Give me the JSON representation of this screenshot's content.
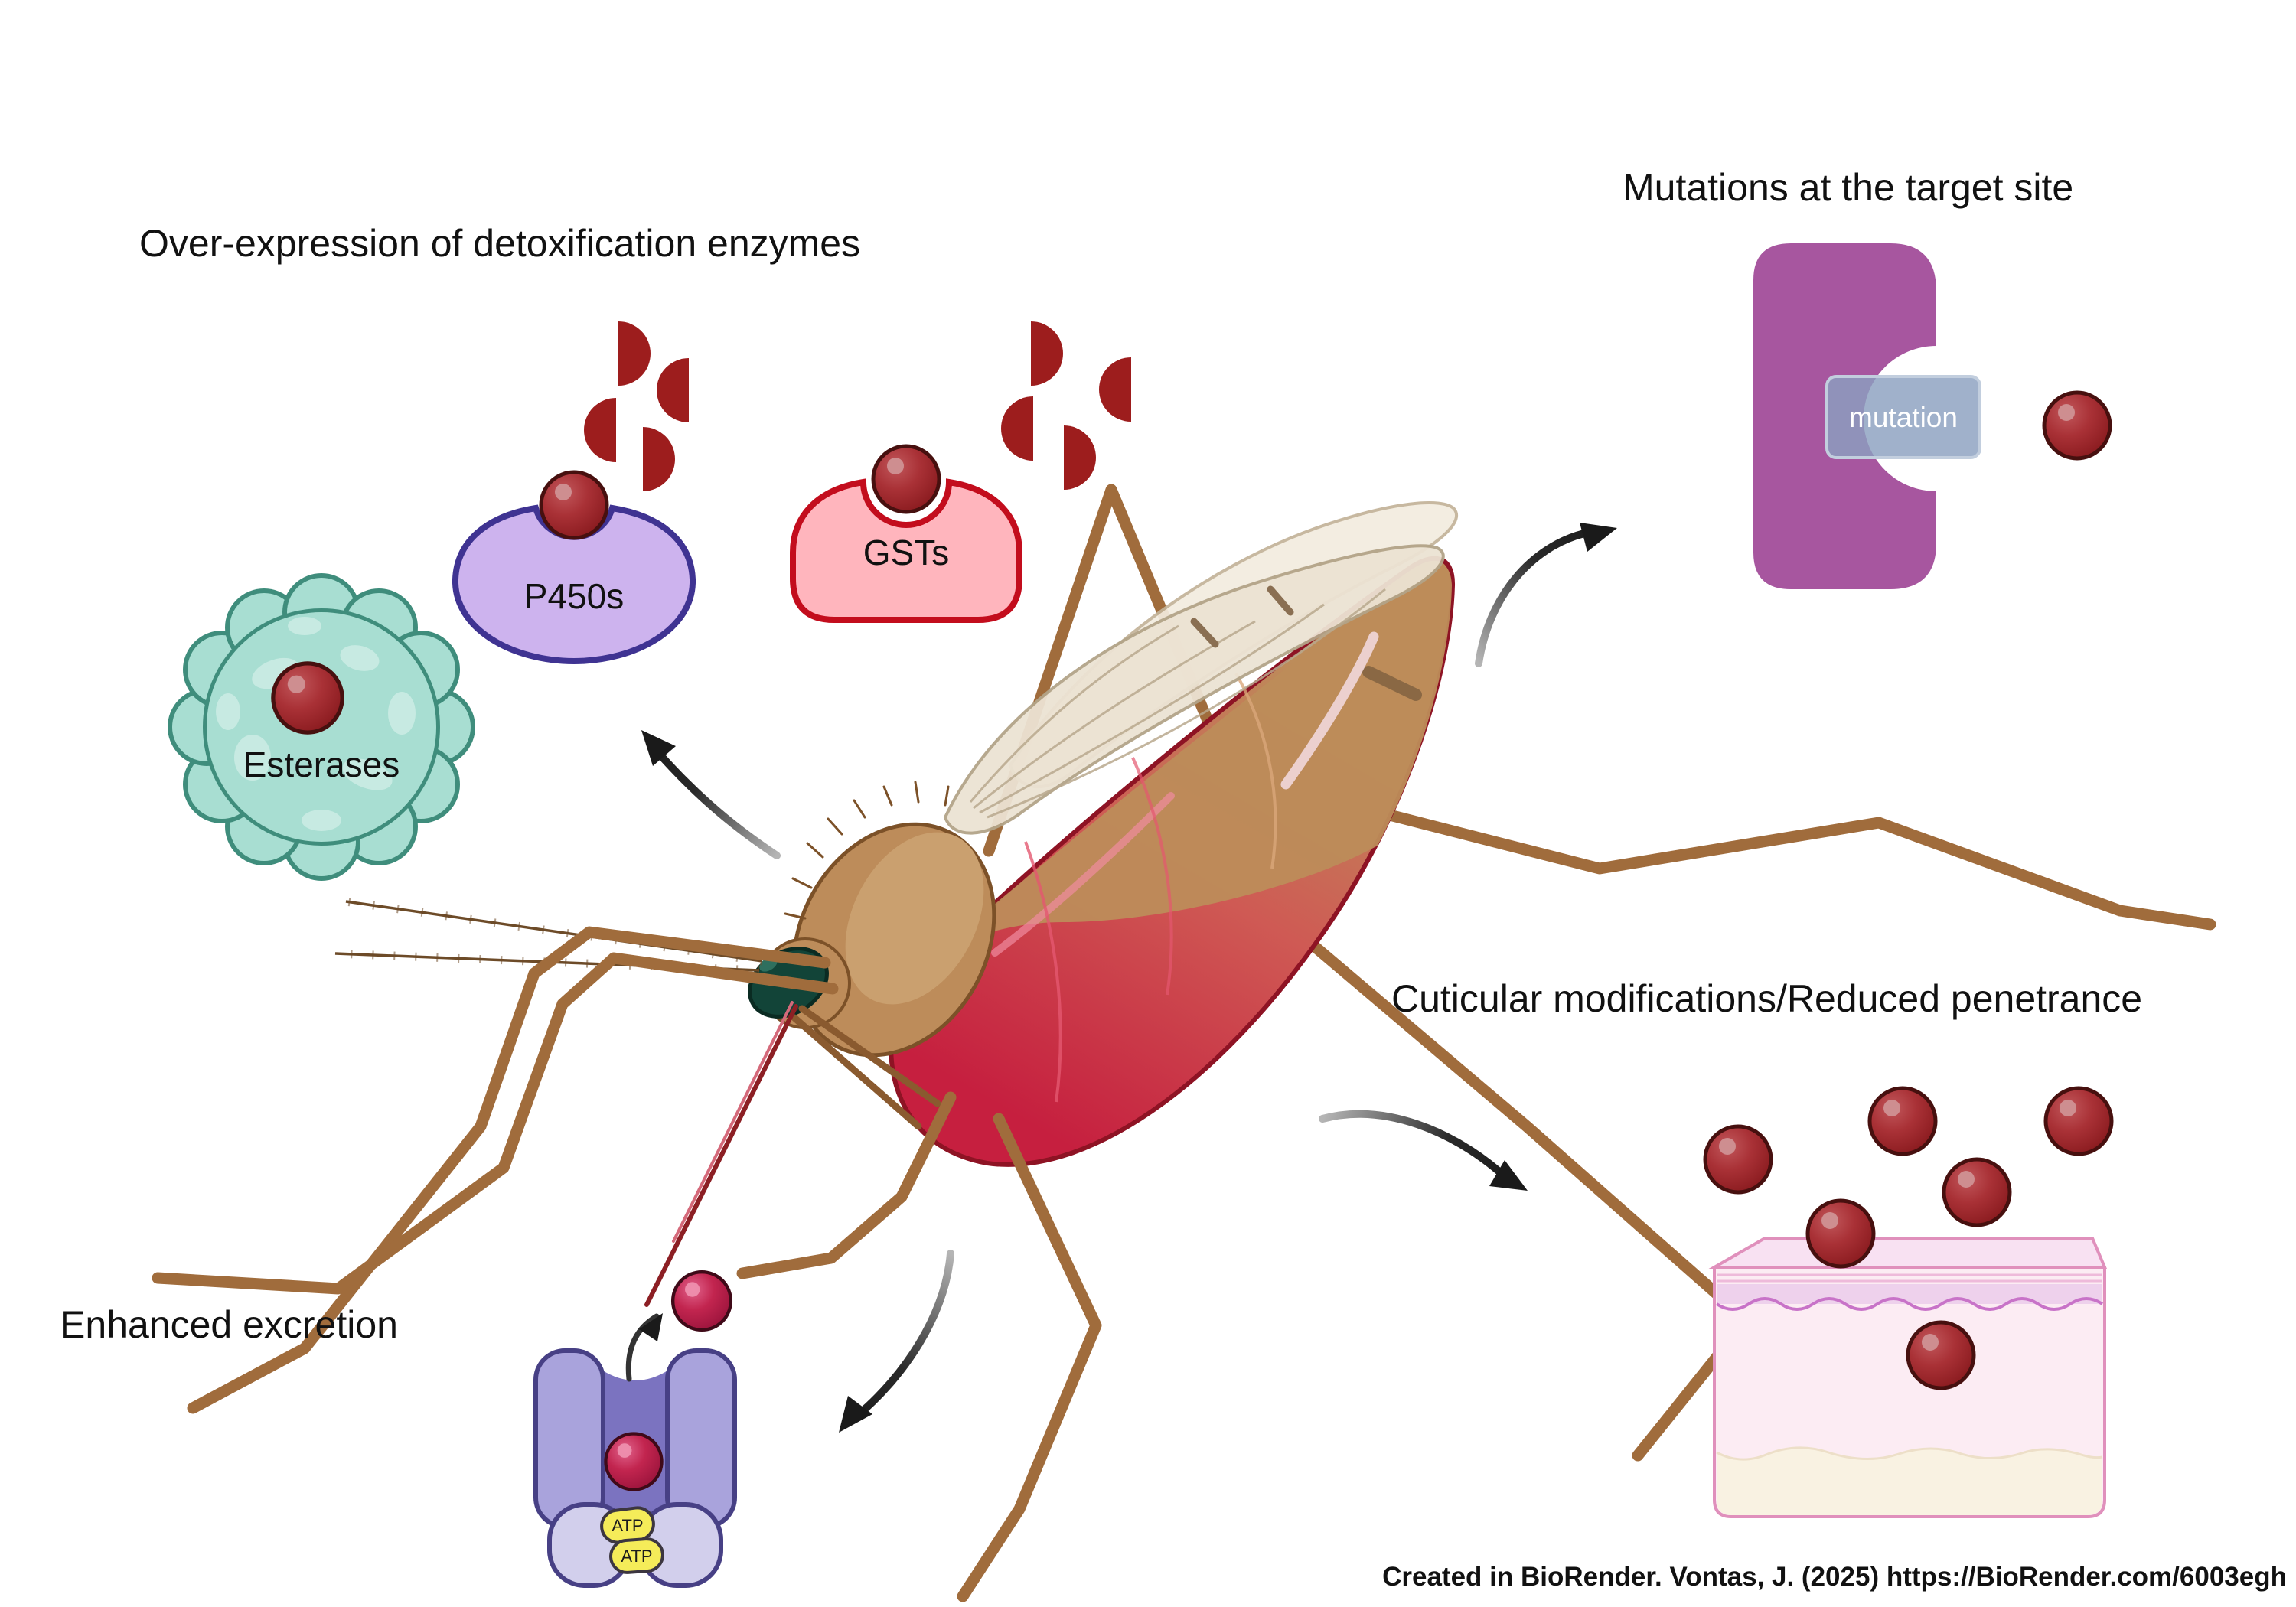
{
  "figure": {
    "labels": {
      "detox_title": "Over-expression of detoxification enzymes",
      "target_site_title": "Mutations at the target site",
      "cuticular_title": "Cuticular modifications/Reduced penetrance",
      "excretion_title": "Enhanced excretion"
    },
    "enzymes": {
      "esterases_label": "Esterases",
      "p450s_label": "P450s",
      "gsts_label": "GSTs"
    },
    "target_site": {
      "mutation_label": "mutation"
    },
    "pump": {
      "atp_top_label": "ATP",
      "atp_bottom_label": "ATP"
    },
    "credit": "Created in BioRender. Vontas, J. (2025) https://BioRender.com/6003egh",
    "icons": {
      "insecticide_sphere": "insecticide-molecule",
      "insecticide_fragment": "split-insecticide-half",
      "esterase_blob": "esterase-enzyme",
      "p450_pocket": "p450-enzyme",
      "gst_pocket": "gst-enzyme",
      "target_protein": "target-site-protein",
      "cuticle_block": "cuticle-layer",
      "transporter": "abc-transporter-pump",
      "mosquito": "anopheles-mosquito"
    },
    "colors": {
      "background": "#ffffff",
      "text": "#111111",
      "insecticide_dark_red": "#9d1d1d",
      "sphere_maroon": "#a93136",
      "sphere_crimson": "#c2254f",
      "esterase_teal": "#a8ded2",
      "esterase_outline": "#3f8d7c",
      "p450_purple": "#cdb3ee",
      "p450_outline": "#3f3392",
      "gst_pink": "#ffb5bd",
      "gst_outline": "#c30d1d",
      "target_purple": "#a7569f",
      "mutation_box_blue": "#8ba0bf",
      "pump_lavender": "#a9a3dc",
      "pump_channel": "#7b73c0",
      "pump_lobe": "#d2cfec",
      "pump_outline": "#474085",
      "atp_yellow": "#f5ec59",
      "cuticle_pink": "#fcecf3",
      "cuticle_band": "#eed1ec",
      "cuticle_cream": "#f9f2e2",
      "cuticle_outline": "#e090bc",
      "mosquito_brown": "#bd8c5a",
      "mosquito_leg": "#a06c3c",
      "blood_red": "#ce2b4a",
      "eye_teal": "#124438",
      "arrow_dark": "#1a1a1a"
    }
  }
}
